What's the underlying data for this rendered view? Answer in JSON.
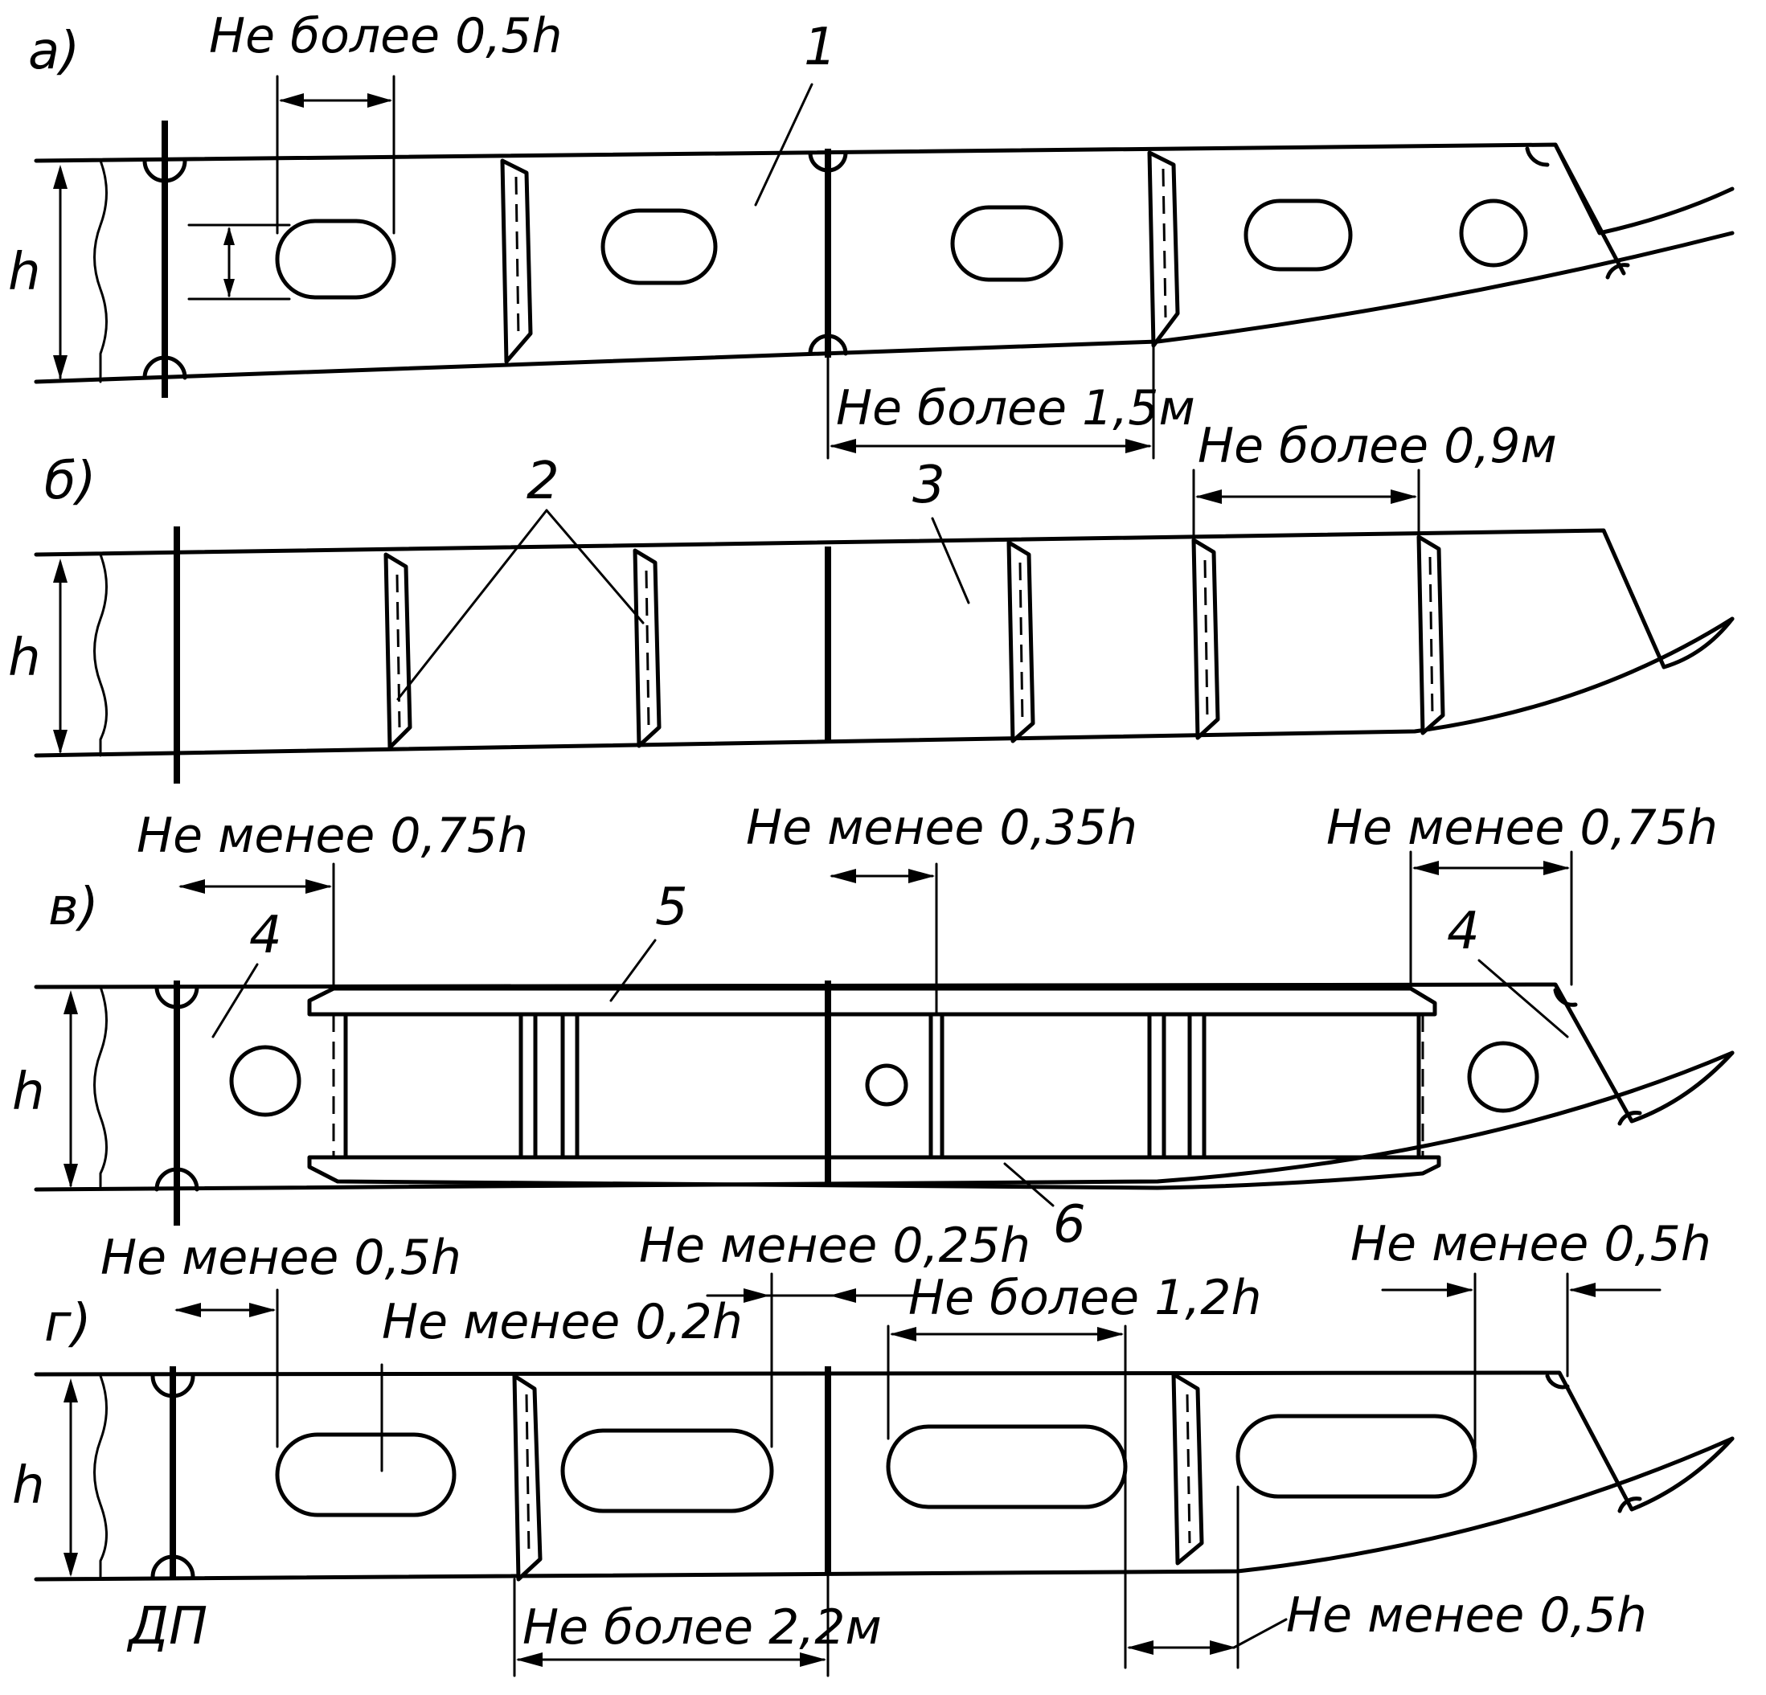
{
  "panels": {
    "a": {
      "label": "а)"
    },
    "b": {
      "label": "б)"
    },
    "v": {
      "label": "в)"
    },
    "g": {
      "label": "г)"
    }
  },
  "height_symbol": "h",
  "centerline_label": "ДП",
  "callouts": {
    "c1": "1",
    "c2": "2",
    "c3": "3",
    "c4a": "4",
    "c4b": "4",
    "c5": "5",
    "c6": "6"
  },
  "dimensions": {
    "a_top": "Не более 0,5h",
    "a_bottom": "Не более 1,5м",
    "b_top": "Не более 0,9м",
    "v_left": "Не менее 0,75h",
    "v_mid": "Не менее 0,35h",
    "v_right": "Не менее 0,75h",
    "g_left": "Не менее 0,5h",
    "g_hole": "Не менее 0,2h",
    "g_mid": "Не менее 0,25h",
    "g_more": "Не более 1,2h",
    "g_right": "Не менее 0,5h",
    "g_bottom_left": "Не более 2,2м",
    "g_bottom_right": "Не менее 0,5h"
  }
}
